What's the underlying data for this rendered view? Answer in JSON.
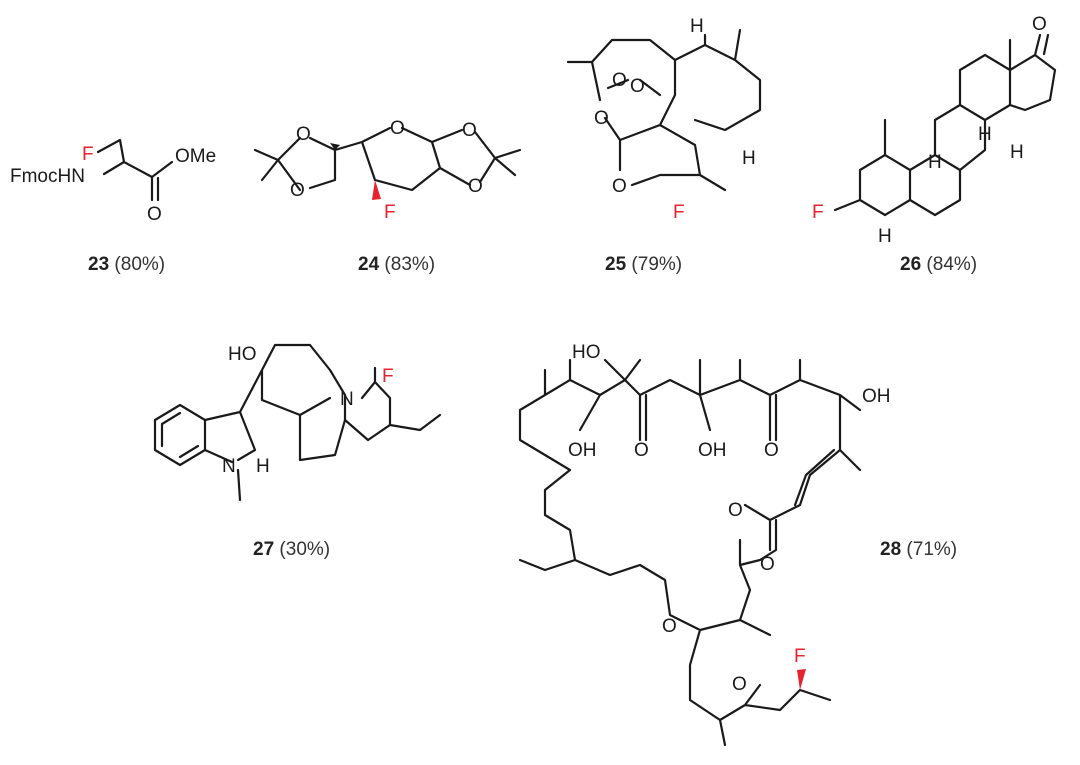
{
  "colors": {
    "fluorine": "#e8212e",
    "bonds": "#1a1a1a"
  },
  "compounds": [
    {
      "number": "23",
      "yield": "(80%)",
      "atoms": [
        "F",
        "FmocHN",
        "OMe",
        "O"
      ]
    },
    {
      "number": "24",
      "yield": "(83%)",
      "atoms": [
        "O",
        "O",
        "O",
        "O",
        "O",
        "F"
      ]
    },
    {
      "number": "25",
      "yield": "(79%)",
      "atoms": [
        "O",
        "O",
        "O",
        "O",
        "H",
        "H",
        "F"
      ]
    },
    {
      "number": "26",
      "yield": "(84%)",
      "atoms": [
        "O",
        "F",
        "H",
        "H",
        "H",
        "H"
      ]
    },
    {
      "number": "27",
      "yield": "(30%)",
      "atoms": [
        "HO",
        "N",
        "F",
        "N",
        "H"
      ]
    },
    {
      "number": "28",
      "yield": "(71%)",
      "atoms": [
        "HO",
        "OH",
        "O",
        "OH",
        "O",
        "OH",
        "O",
        "O",
        "O",
        "O",
        "F"
      ]
    }
  ]
}
